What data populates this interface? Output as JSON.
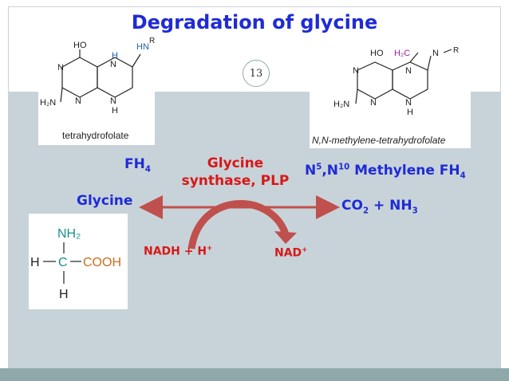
{
  "slide": {
    "title": "Degradation of glycine",
    "page_number": "13"
  },
  "structures": {
    "thf": {
      "caption": "tetrahydrofolate",
      "atoms": {
        "ho": "HO",
        "h_blue": "H",
        "hn": "HN",
        "r": "R",
        "n1": "N",
        "n2": "N",
        "n3": "N",
        "n4": "N",
        "h2n": "H₂N",
        "h_bottom": "H"
      }
    },
    "methylene": {
      "caption": "N,N-methylene-tetrahydrofolate",
      "atoms": {
        "ho": "HO",
        "h2c": "H₂C",
        "r": "R",
        "n_top": "N",
        "n1": "N",
        "n2": "N",
        "n3": "N",
        "n4": "N",
        "h2n": "H₂N",
        "h_bottom": "H"
      }
    },
    "glycine": {
      "atoms": {
        "nh2": "NH₂",
        "h_left": "H",
        "c": "C",
        "cooh": "COOH",
        "h_bottom": "H",
        "bond_v": "|"
      }
    }
  },
  "reaction": {
    "fh4": {
      "main": "FH",
      "sub": "4"
    },
    "enzyme_line1": "Glycine",
    "enzyme_line2": "synthase, PLP",
    "methylene_label": {
      "n": "N",
      "sup1": "5",
      "comma": ",N",
      "sup2": "10",
      "rest": " Methylene FH",
      "sub": "4"
    },
    "glycine": "Glycine",
    "products": {
      "co": "CO",
      "sub1": "2",
      "plus": " + NH",
      "sub2": "3"
    },
    "nadh": {
      "text": "NADH + H",
      "sup": "+"
    },
    "nad": {
      "text": "NAD",
      "sup": "+"
    }
  },
  "colors": {
    "title": "#1f2bd6",
    "accent_red": "#d81818",
    "arrow": "#c0504d",
    "band": "#8fa9ab",
    "panel_bg": "#c8d3d9"
  }
}
